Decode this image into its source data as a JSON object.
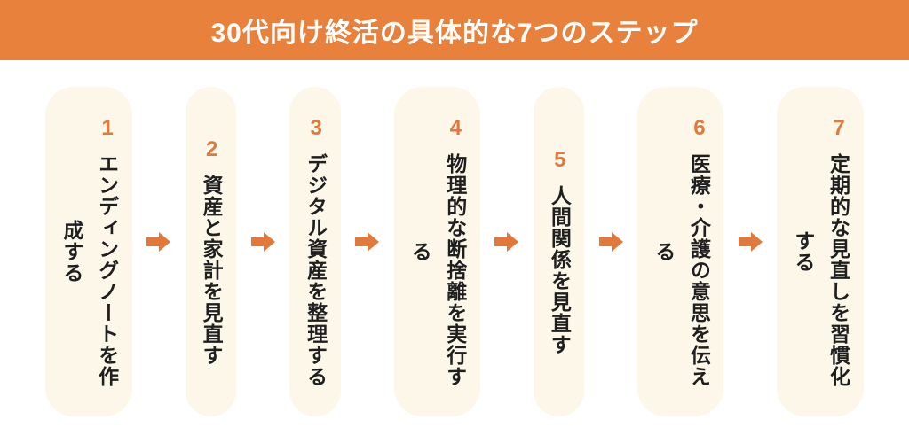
{
  "header": {
    "title": "30代向け終活の具体的な7つのステップ"
  },
  "steps": [
    {
      "number": "1",
      "label": "エンディングノートを作成する"
    },
    {
      "number": "2",
      "label": "資産と家計を見直す"
    },
    {
      "number": "3",
      "label": "デジタル資産を整理する"
    },
    {
      "number": "4",
      "label": "物理的な断捨離を実行する"
    },
    {
      "number": "5",
      "label": "人間関係を見直す"
    },
    {
      "number": "6",
      "label": "医療・介護の意思を伝える"
    },
    {
      "number": "7",
      "label": "定期的な見直しを習慣化する"
    }
  ],
  "icons": {
    "arrow": "right-block-arrow"
  },
  "colors": {
    "header_bg": "#E8813C",
    "header_text": "#FFFFFF",
    "card_bg": "#FDF7E9",
    "accent": "#E2793C",
    "step_text": "#1F1F1F",
    "page_bg": "#FFFFFF"
  }
}
